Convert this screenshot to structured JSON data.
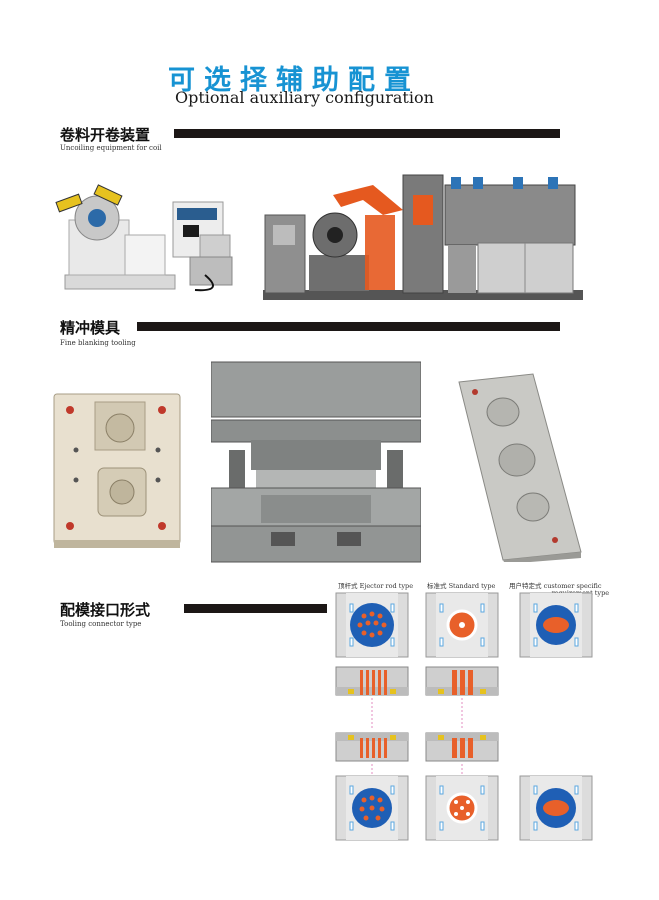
{
  "title": {
    "cn": "可选择辅助配置",
    "en": "Optional auxiliary configuration"
  },
  "sections": [
    {
      "cn": "卷料开卷装置",
      "en": "Uncoiling equipment for coil"
    },
    {
      "cn": "精冲模具",
      "en": "Fine blanking tooling"
    },
    {
      "cn": "配模接口形式",
      "en": "Tooling connector type"
    }
  ],
  "connector_types": [
    {
      "cn": "顶杆式",
      "en": "Ejector rod type"
    },
    {
      "cn": "标准式",
      "en": "Standard type"
    },
    {
      "cn": "用户特定式",
      "en_line1": "customer specific",
      "en_line2": "requirement type"
    }
  ],
  "colors": {
    "accent": "#1793d3",
    "bar": "#1c1716",
    "disc_blue": "#1f5fb5",
    "disc_orange": "#e8602a",
    "plate_grey": "#dcdcdc"
  }
}
